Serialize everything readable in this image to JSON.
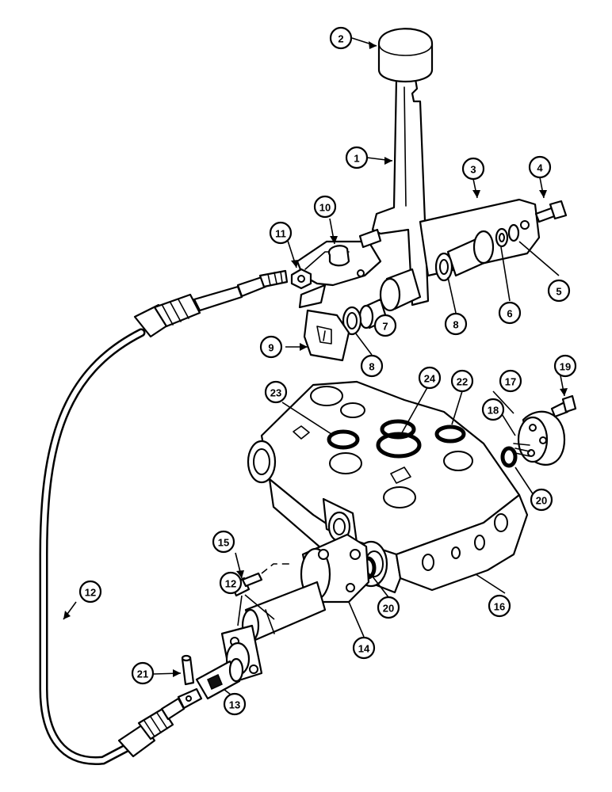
{
  "callouts": [
    {
      "id": "c1",
      "label": "1"
    },
    {
      "id": "c2",
      "label": "2"
    },
    {
      "id": "c3",
      "label": "3"
    },
    {
      "id": "c4",
      "label": "4"
    },
    {
      "id": "c5",
      "label": "5"
    },
    {
      "id": "c6",
      "label": "6"
    },
    {
      "id": "c7",
      "label": "7"
    },
    {
      "id": "c8a",
      "label": "8"
    },
    {
      "id": "c8b",
      "label": "8"
    },
    {
      "id": "c9",
      "label": "9"
    },
    {
      "id": "c10",
      "label": "10"
    },
    {
      "id": "c11",
      "label": "11"
    },
    {
      "id": "c12a",
      "label": "12"
    },
    {
      "id": "c12b",
      "label": "12"
    },
    {
      "id": "c13",
      "label": "13"
    },
    {
      "id": "c14",
      "label": "14"
    },
    {
      "id": "c15",
      "label": "15"
    },
    {
      "id": "c16",
      "label": "16"
    },
    {
      "id": "c17",
      "label": "17"
    },
    {
      "id": "c18",
      "label": "18"
    },
    {
      "id": "c19",
      "label": "19"
    },
    {
      "id": "c20a",
      "label": "20"
    },
    {
      "id": "c20b",
      "label": "20"
    },
    {
      "id": "c21",
      "label": "21"
    },
    {
      "id": "c22",
      "label": "22"
    },
    {
      "id": "c23",
      "label": "23"
    },
    {
      "id": "c24",
      "label": "24"
    }
  ]
}
